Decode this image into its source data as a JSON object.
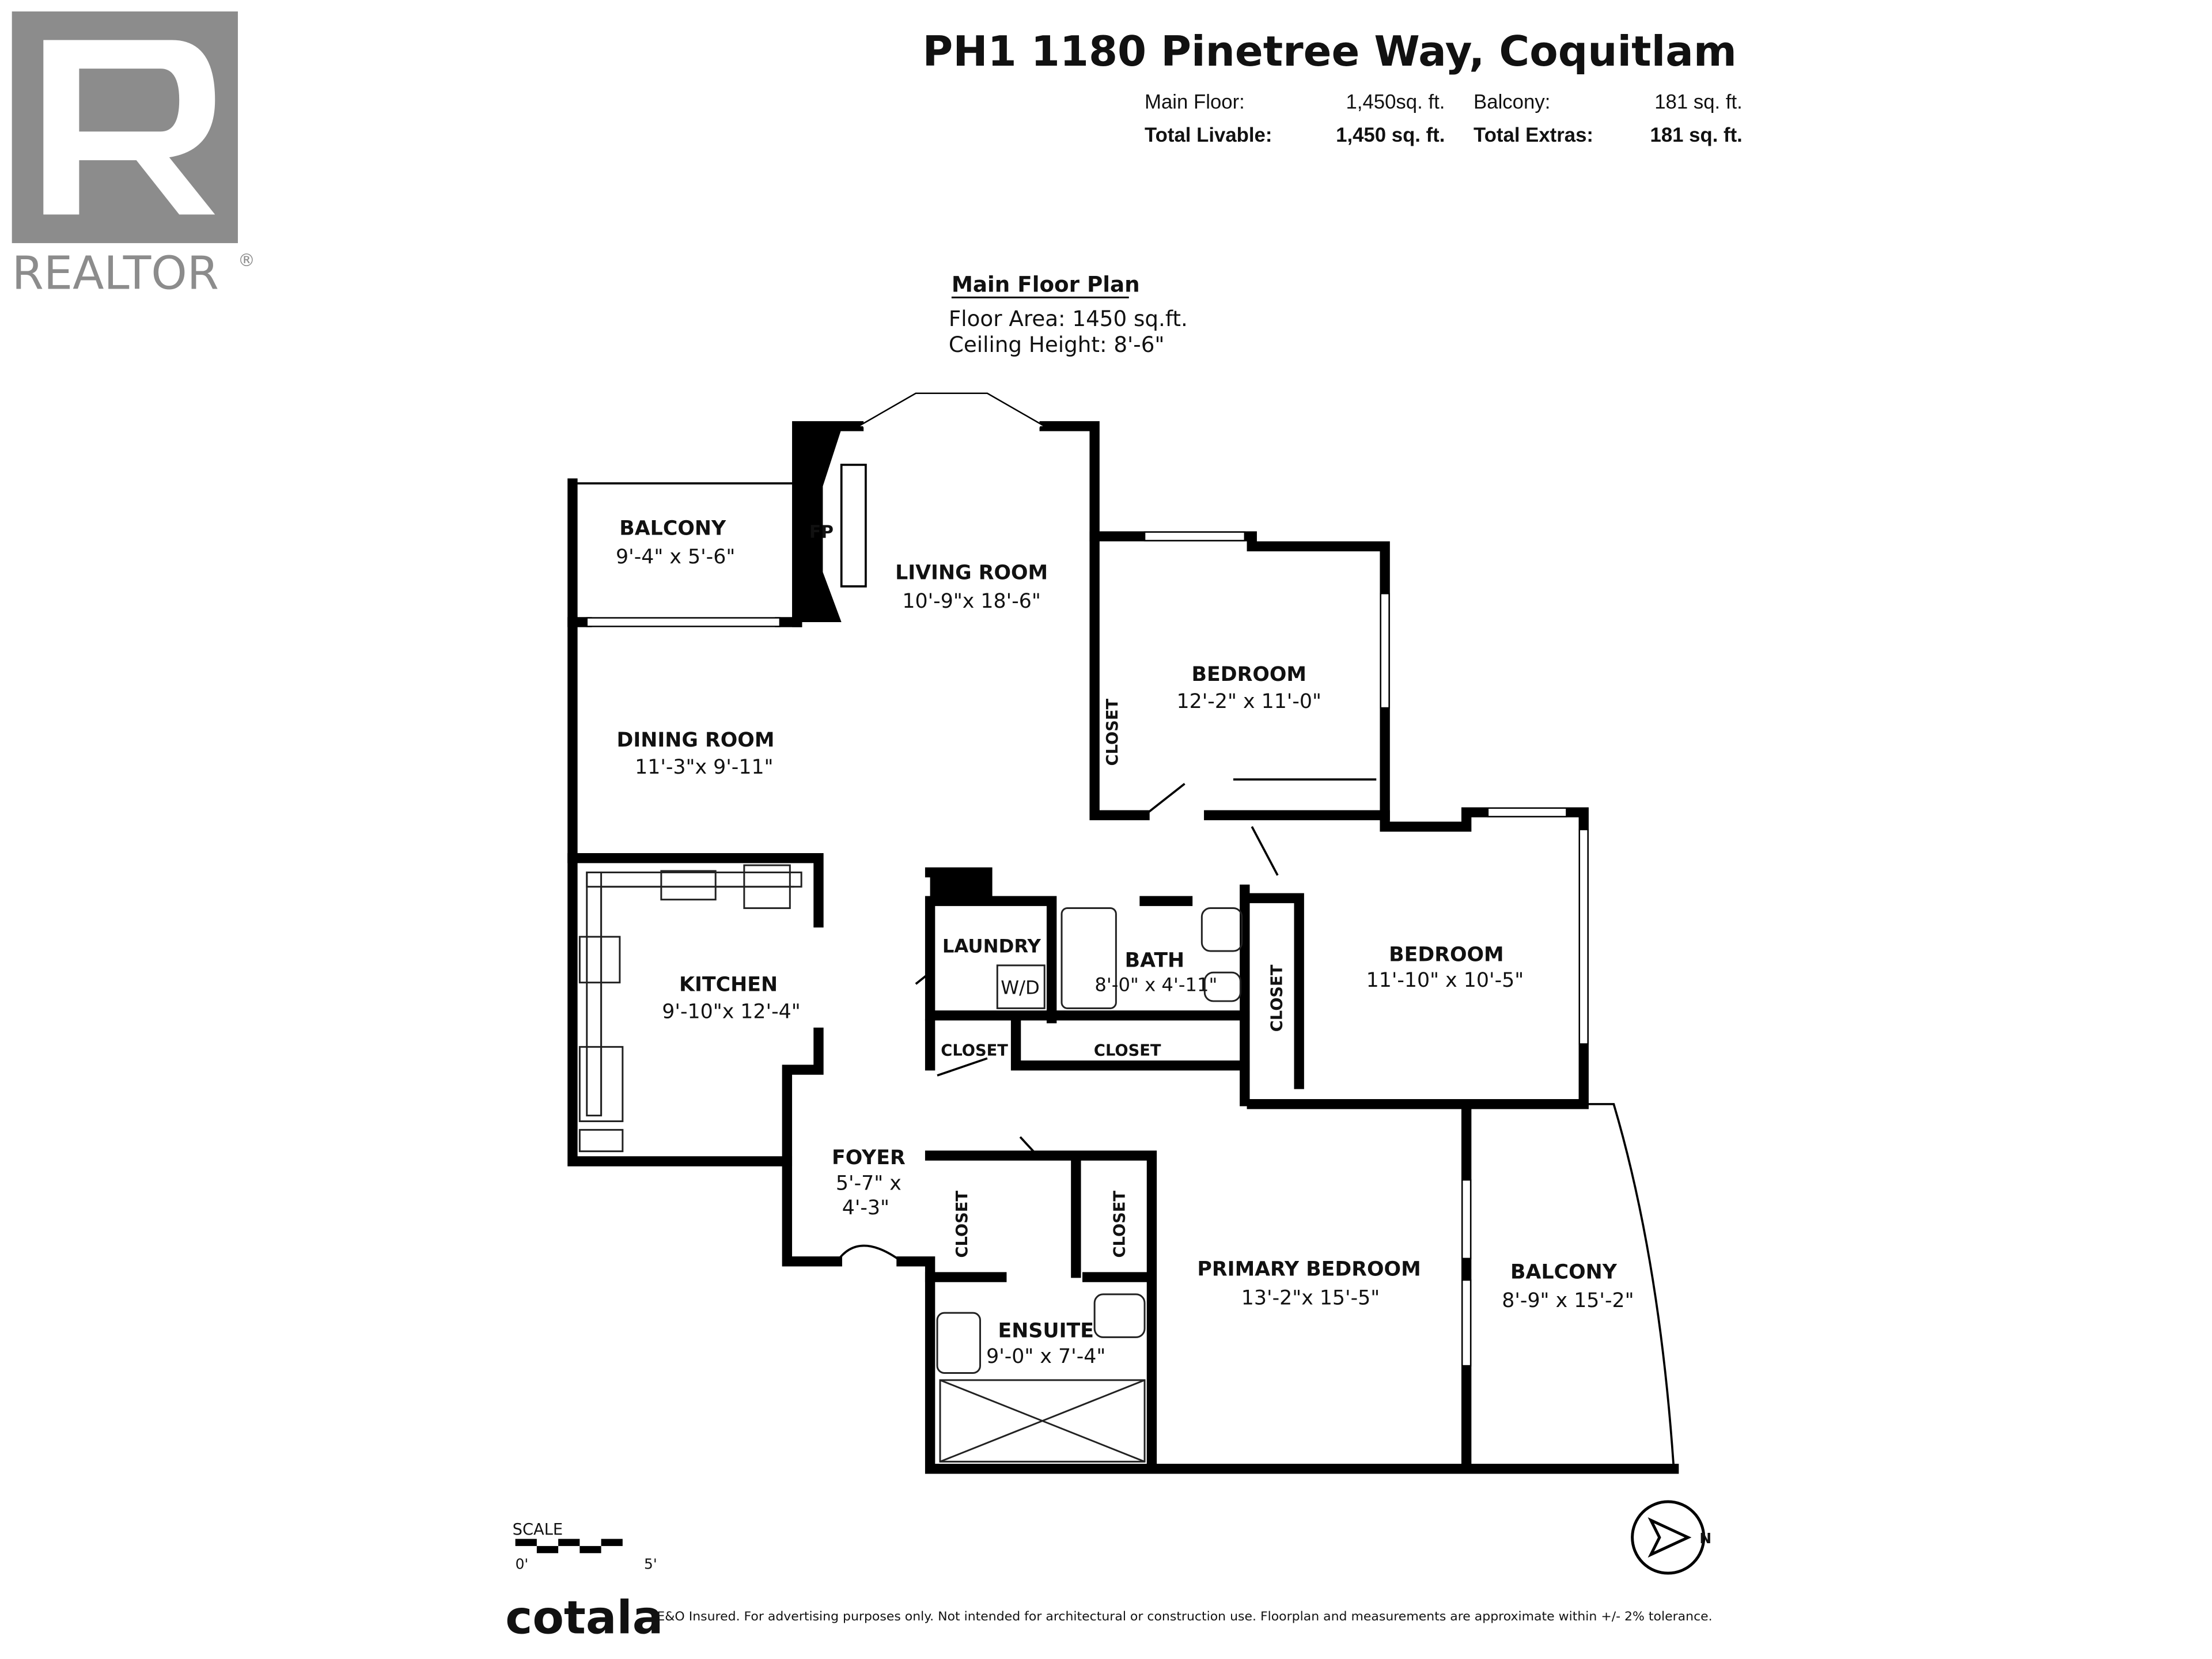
{
  "logo": {
    "brand": "REALTOR",
    "mark": "®",
    "color": "#8c8c8c"
  },
  "header": {
    "title": "PH1 1180 Pinetree Way, Coquitlam",
    "main_floor_label": "Main Floor:",
    "main_floor_value": "1,450sq. ft.",
    "balcony_label": "Balcony:",
    "balcony_value": "181 sq. ft.",
    "total_livable_label": "Total Livable:",
    "total_livable_value": "1,450 sq. ft.",
    "total_extras_label": "Total Extras:",
    "total_extras_value": "181 sq. ft."
  },
  "plan": {
    "title": "Main Floor Plan",
    "floor_area": "Floor Area: 1450 sq.ft.",
    "ceiling_height": "Ceiling Height: 8'-6\"",
    "rooms": {
      "balcony_top": {
        "name": "BALCONY",
        "dims": "9'-4\" x 5'-6\""
      },
      "fireplace": {
        "name": "FP"
      },
      "living": {
        "name": "LIVING ROOM",
        "dims": "10'-9\"x 18'-6\""
      },
      "bedroom1": {
        "name": "BEDROOM",
        "dims": "12'-2\" x 11'-0\""
      },
      "dining": {
        "name": "DINING ROOM",
        "dims": "11'-3\"x 9'-11\""
      },
      "kitchen": {
        "name": "KITCHEN",
        "dims": "9'-10\"x 12'-4\""
      },
      "laundry": {
        "name": "LAUNDRY",
        "appliance": "W/D"
      },
      "bath": {
        "name": "BATH",
        "dims": "8'-0\" x 4'-11\""
      },
      "bedroom2": {
        "name": "BEDROOM",
        "dims": "11'-10\" x 10'-5\""
      },
      "closet": "CLOSET",
      "foyer": {
        "name": "FOYER",
        "dims1": "5'-7\" x",
        "dims2": "4'-3\""
      },
      "ensuite": {
        "name": "ENSUITE",
        "dims": "9'-0\" x 7'-4\""
      },
      "primary": {
        "name": "PRIMARY BEDROOM",
        "dims": "13'-2\"x 15'-5\""
      },
      "balcony_right": {
        "name": "BALCONY",
        "dims": "8'-9\" x 15'-2\""
      }
    }
  },
  "scale": {
    "label": "SCALE",
    "start": "0'",
    "end": "5'"
  },
  "compass": {
    "letter": "N",
    "icon": "north-arrow-icon"
  },
  "footer": {
    "brand": "cotala",
    "disclaimer": "E&O Insured. For advertising purposes only. Not intended for architectural or construction use. Floorplan and measurements are approximate within +/- 2% tolerance."
  }
}
